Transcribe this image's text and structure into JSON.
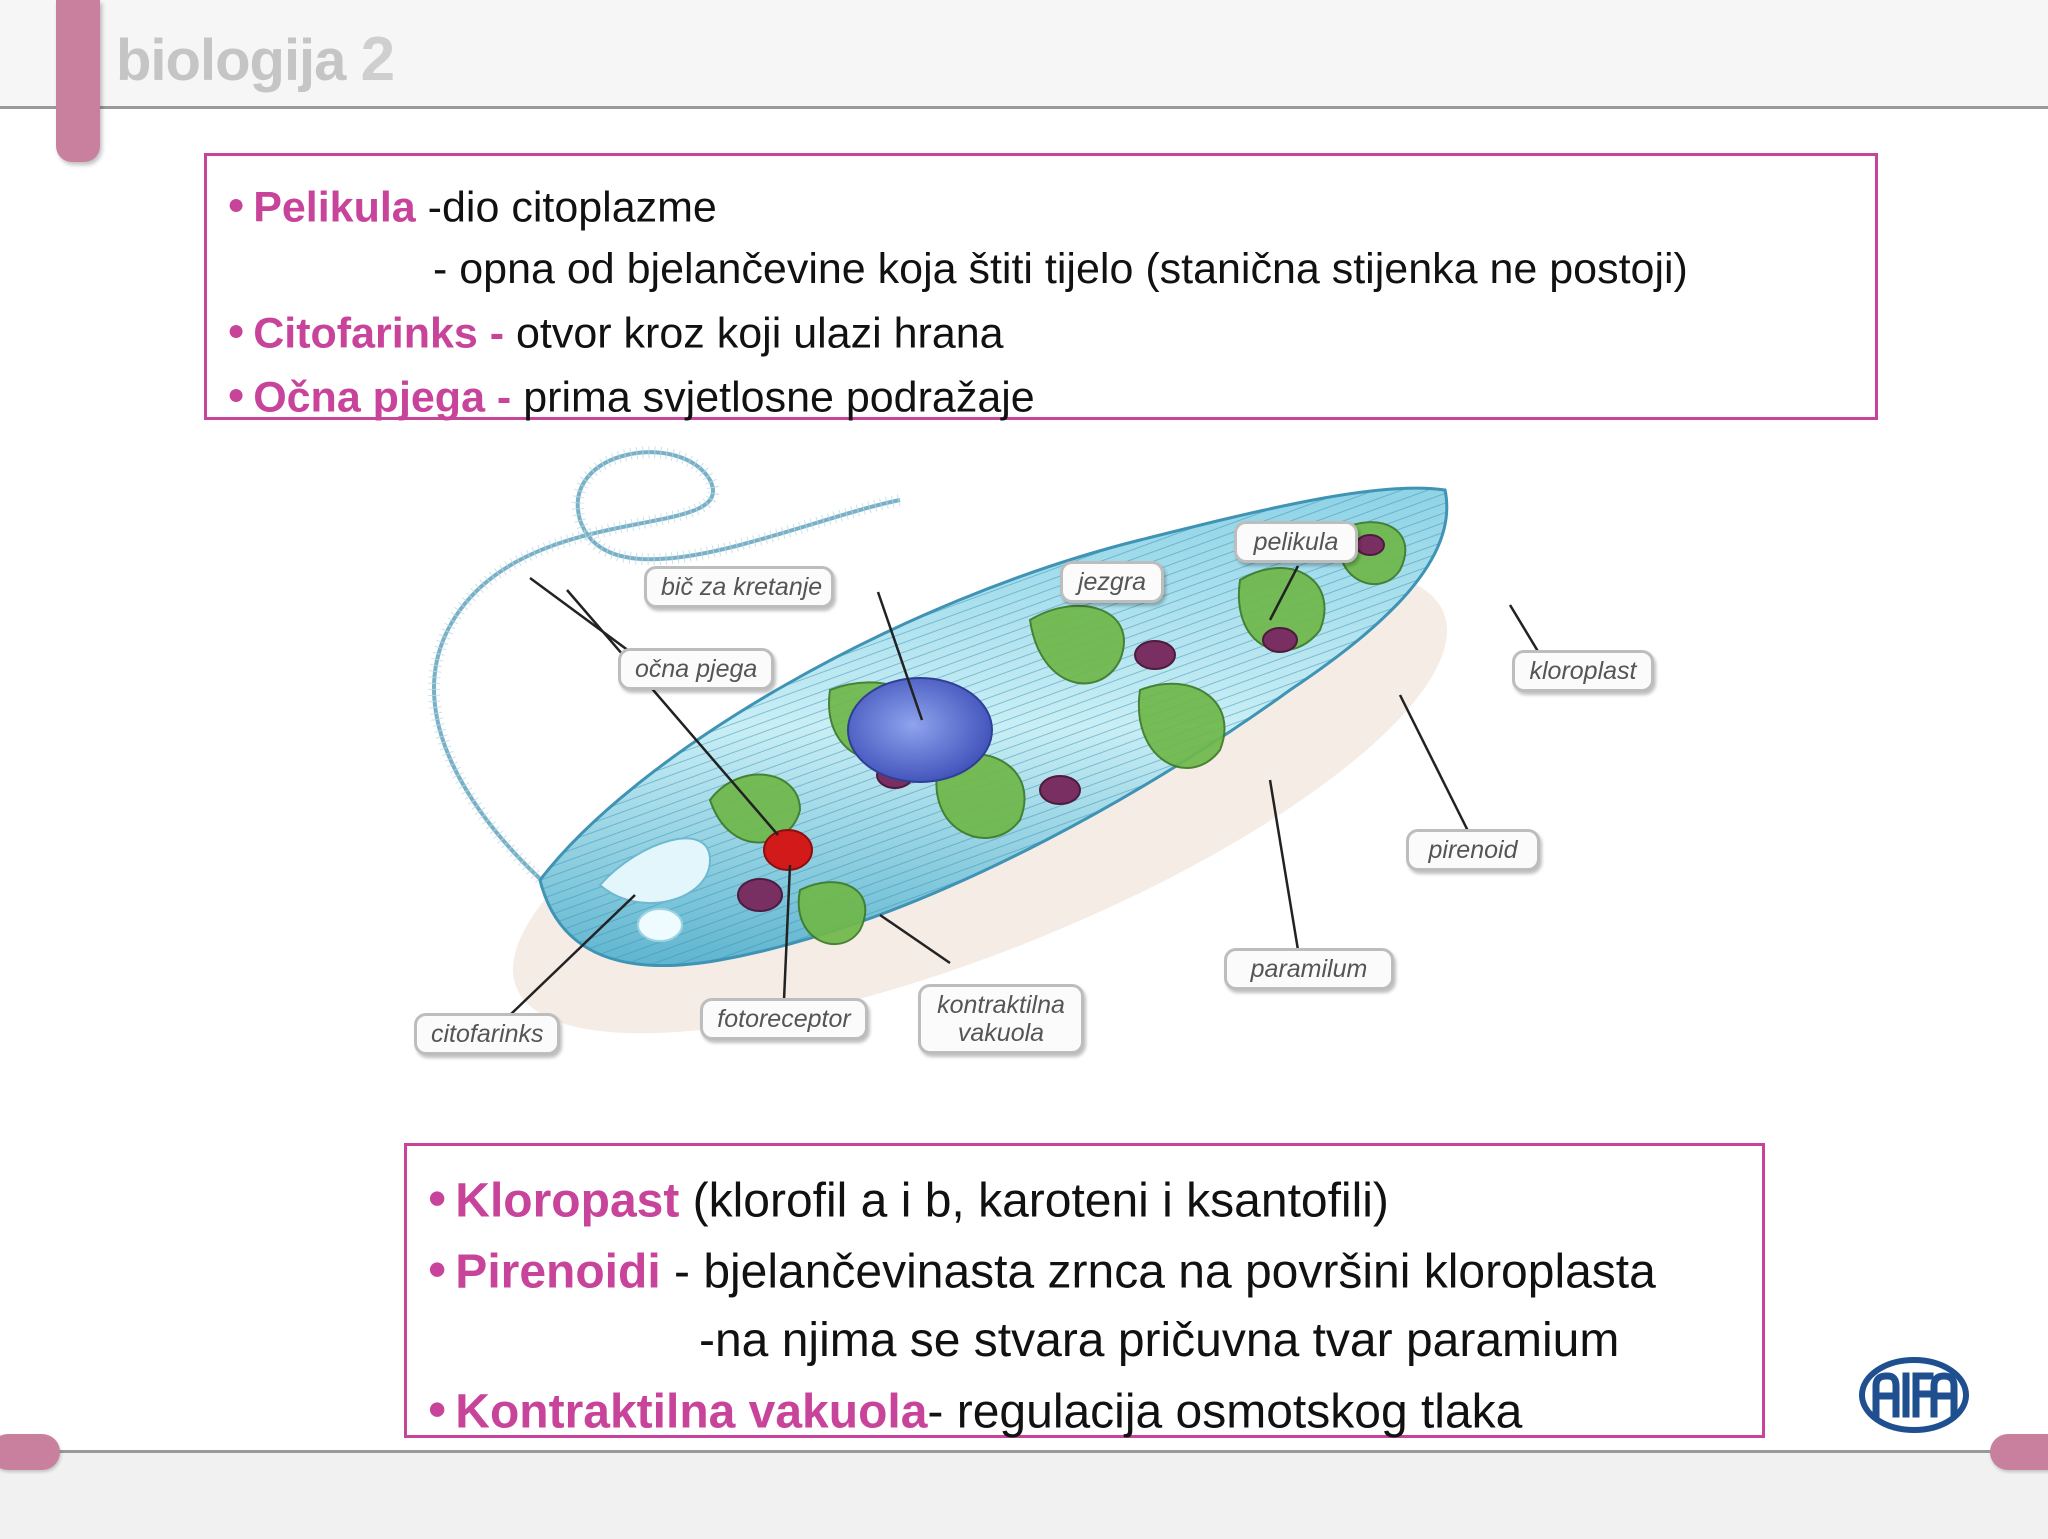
{
  "header": {
    "brand": "biologija",
    "brand_number": "2"
  },
  "box_top": {
    "lines": [
      {
        "term": "Pelikula",
        "text": "  -dio citoplazme"
      },
      {
        "term": "",
        "text": "- opna od bjelančevine koja štiti tijelo (stanična stijenka ne postoji)"
      },
      {
        "term": "Citofarinks -",
        "text": " otvor kroz koji ulazi hrana"
      },
      {
        "term": "Očna pjega -",
        "text": " prima svjetlosne podražaje"
      }
    ]
  },
  "diagram": {
    "labels": {
      "bic": "bič za kretanje",
      "ocna": "očna pjega",
      "jezgra": "jezgra",
      "pelikula": "pelikula",
      "kloroplast": "kloroplast",
      "pirenoid": "pirenoid",
      "paramilum": "paramilum",
      "kontraktilna_1": "kontraktilna",
      "kontraktilna_2": "vakuola",
      "fotoreceptor": "fotoreceptor",
      "citofarinks": "citofarinks"
    }
  },
  "box_bottom": {
    "lines": [
      {
        "term": "Kloropast",
        "text": "  (klorofil a i b, karoteni i ksantofili)"
      },
      {
        "term": "Pirenoidi",
        "text": " - bjelančevinasta zrnca na površini kloroplasta"
      },
      {
        "term": "",
        "text": "-na njima se stvara pričuvna tvar paramium"
      },
      {
        "term": "Kontraktilna vakuola",
        "text": "- regulacija osmotskog tlaka"
      }
    ]
  },
  "logo": {
    "name": "alfa-logo"
  },
  "colors": {
    "accent": "#c8449b",
    "tab": "#c9809f"
  }
}
